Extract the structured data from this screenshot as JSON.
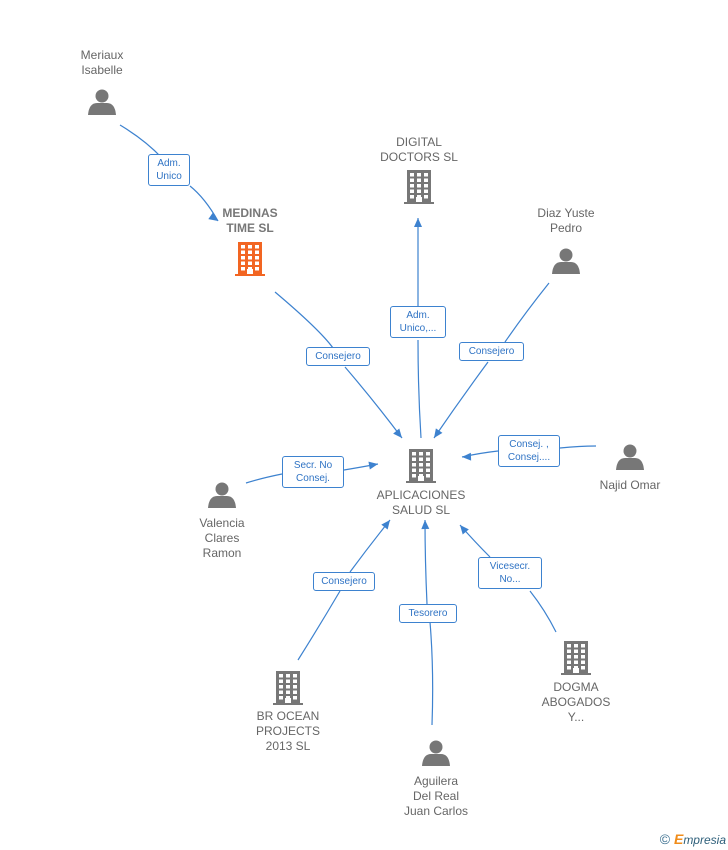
{
  "colors": {
    "edge": "#3d82cf",
    "node": "#777777",
    "highlight": "#f26522"
  },
  "nodes": [
    {
      "id": "meriaux",
      "kind": "person",
      "lines": [
        "Meriaux",
        "Isabelle"
      ]
    },
    {
      "id": "medinas",
      "kind": "company",
      "highlight": true,
      "lines": [
        "MEDINAS",
        "TIME  SL"
      ]
    },
    {
      "id": "digital",
      "kind": "company",
      "lines": [
        "DIGITAL",
        "DOCTORS  SL"
      ]
    },
    {
      "id": "diaz",
      "kind": "person",
      "lines": [
        "Diaz Yuste",
        "Pedro"
      ]
    },
    {
      "id": "najid",
      "kind": "person",
      "lines": [
        "Najid Omar"
      ]
    },
    {
      "id": "aplicaciones",
      "kind": "company",
      "lines": [
        "APLICACIONES",
        "SALUD  SL"
      ]
    },
    {
      "id": "valencia",
      "kind": "person",
      "lines": [
        "Valencia",
        "Clares",
        "Ramon"
      ]
    },
    {
      "id": "broceam",
      "kind": "company",
      "lines": [
        "BR OCEAN",
        "PROJECTS",
        "2013  SL"
      ]
    },
    {
      "id": "dogma",
      "kind": "company",
      "lines": [
        "DOGMA",
        "ABOGADOS",
        "Y..."
      ]
    },
    {
      "id": "aguilera",
      "kind": "person",
      "lines": [
        "Aguilera",
        "Del Real",
        "Juan Carlos"
      ]
    }
  ],
  "edges": [
    {
      "id": "e1",
      "from": "meriaux",
      "to": "medinas",
      "label": [
        "Adm.",
        "Unico"
      ]
    },
    {
      "id": "e2",
      "from": "medinas",
      "to": "aplicaciones",
      "label": [
        "Consejero"
      ]
    },
    {
      "id": "e3",
      "from": "aplicaciones",
      "to": "digital",
      "label": [
        "Adm.",
        "Unico,..."
      ]
    },
    {
      "id": "e4",
      "from": "diaz",
      "to": "aplicaciones",
      "label": [
        "Consejero"
      ]
    },
    {
      "id": "e5",
      "from": "najid",
      "to": "aplicaciones",
      "label": [
        "Consej. ,",
        "Consej...."
      ]
    },
    {
      "id": "e6",
      "from": "valencia",
      "to": "aplicaciones",
      "label": [
        "Secr.  No",
        "Consej."
      ]
    },
    {
      "id": "e7",
      "from": "broceam",
      "to": "aplicaciones",
      "label": [
        "Consejero"
      ]
    },
    {
      "id": "e8",
      "from": "aguilera",
      "to": "aplicaciones",
      "label": [
        "Tesorero"
      ]
    },
    {
      "id": "e9",
      "from": "dogma",
      "to": "aplicaciones",
      "label": [
        "Vicesecr.",
        "No..."
      ]
    }
  ],
  "footer": {
    "symbol": "©",
    "brand_initial": "E",
    "brand_rest": "mpresia"
  }
}
